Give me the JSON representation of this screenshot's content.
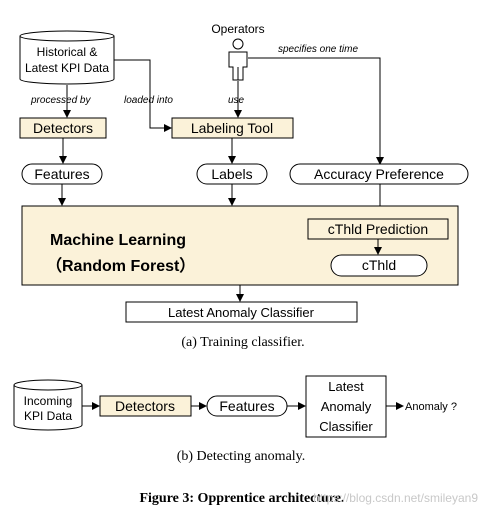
{
  "colors": {
    "box_fill": "#fbf2d9",
    "box_stroke": "#000000",
    "line": "#000000",
    "text": "#000000",
    "watermark": "#c8c8c8"
  },
  "training": {
    "datastore": [
      "Historical &",
      "Latest KPI Data"
    ],
    "operators": "Operators",
    "operator_icon": "person-icon",
    "edge_specifies": "specifies one time",
    "edge_processed": "processed by",
    "edge_loaded": "loaded into",
    "edge_use": "use",
    "detectors": "Detectors",
    "labeling_tool": "Labeling Tool",
    "features": "Features",
    "labels": "Labels",
    "accuracy_preference": "Accuracy Preference",
    "ml_title": [
      "Machine Learning",
      "（Random Forest）"
    ],
    "cthld_prediction": "cThld Prediction",
    "cthld": "cThld",
    "classifier": "Latest Anomaly Classifier",
    "caption": "(a) Training classifier."
  },
  "detecting": {
    "datastore": [
      "Incoming",
      "KPI Data"
    ],
    "detectors": "Detectors",
    "features": "Features",
    "classifier": [
      "Latest",
      "Anomaly",
      "Classifier"
    ],
    "output": "Anomaly ?",
    "caption": "(b) Detecting anomaly."
  },
  "figure_caption": "Figure 3: Opprentice architecture.",
  "watermark": "https://blog.csdn.net/smileyan9"
}
